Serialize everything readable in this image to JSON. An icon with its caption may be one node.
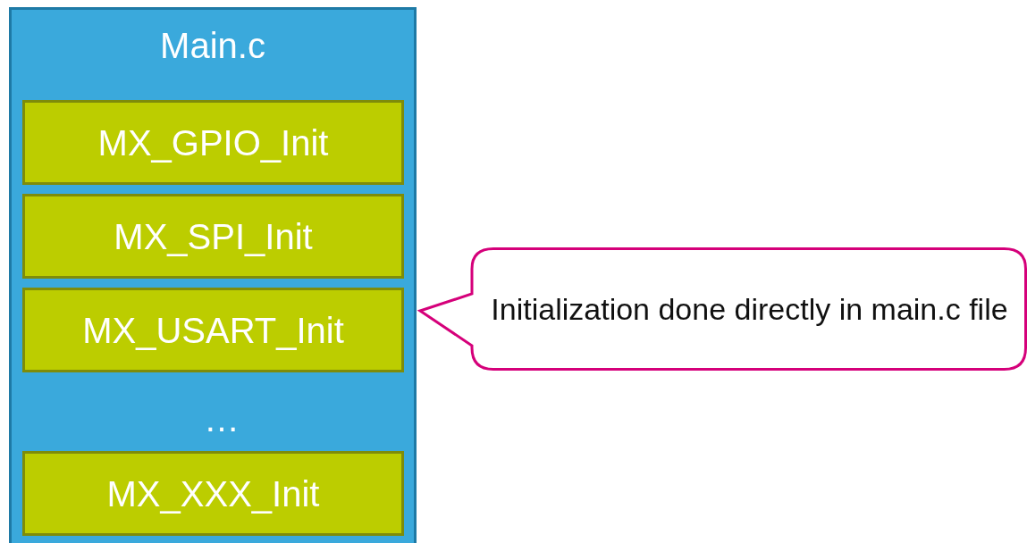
{
  "diagram": {
    "nodes": [
      {
        "text": [
          "Main.c"
        ]
      },
      {
        "text": [
          "MX_GPIO_Init"
        ],
        "in": 0
      },
      {
        "text": [
          "MX_SPI_Init"
        ],
        "in": 0
      },
      {
        "text": [
          "MX_USART_Init"
        ],
        "in": 0
      },
      {
        "text": [
          "MX_XXX_Init"
        ],
        "in": 0
      },
      {
        "text": [
          "Initialization done directly in main.c file"
        ]
      }
    ],
    "labels": [
      "…"
    ]
  }
}
